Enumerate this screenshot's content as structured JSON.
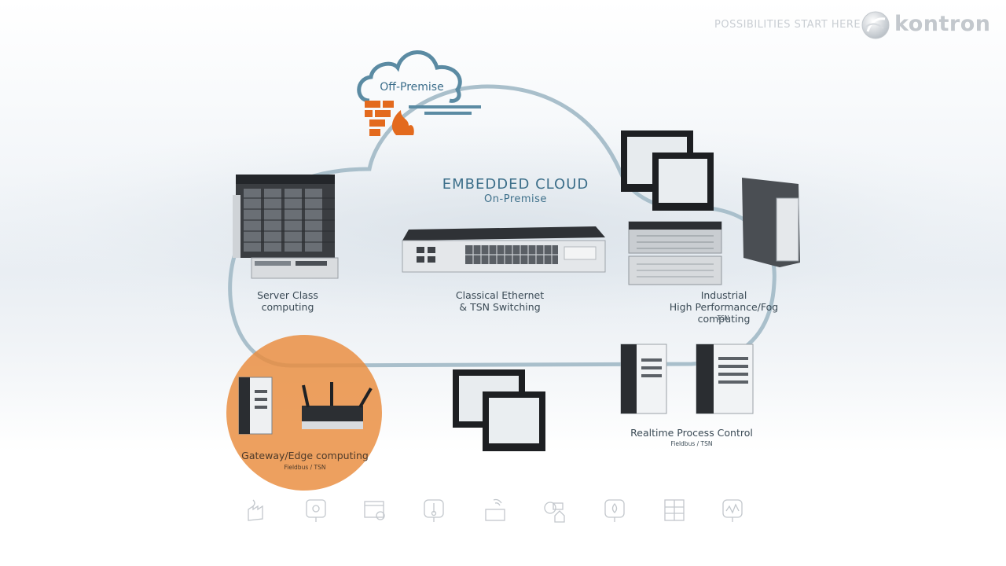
{
  "brand": {
    "tagline": "POSSIBILITIES START HERE",
    "logo_text": "kontron"
  },
  "cloud": {
    "title": "EMBEDDED CLOUD",
    "subtitle": "On-Premise",
    "off_premise_label": "Off-Premise"
  },
  "nodes": {
    "server": {
      "line1": "Server Class",
      "line2": "computing"
    },
    "switching": {
      "line1": "Classical  Ethernet",
      "line2": "& TSN Switching"
    },
    "industrial": {
      "line1": "Industrial",
      "line2": "High Performance/Fog computing",
      "sub": "TSN"
    },
    "realtime": {
      "line1": "Realtime Process Control",
      "sub": "Fieldbus / TSN"
    },
    "gateway": {
      "line1": "Gateway/Edge computing",
      "sub": "Fieldbus / TSN"
    }
  },
  "colors": {
    "cloud_outline": "#a9bfcb",
    "accent_orange": "#e98b3c",
    "title_blue": "#3d6f8a",
    "firewall_orange": "#e36a1e"
  },
  "icons": [
    "factory-icon",
    "smart-device-icon",
    "browser-settings-icon",
    "thermometer-monitor-icon",
    "wireless-tank-icon",
    "server-home-icon",
    "water-drop-monitor-icon",
    "battery-grid-icon",
    "signal-monitor-icon"
  ]
}
